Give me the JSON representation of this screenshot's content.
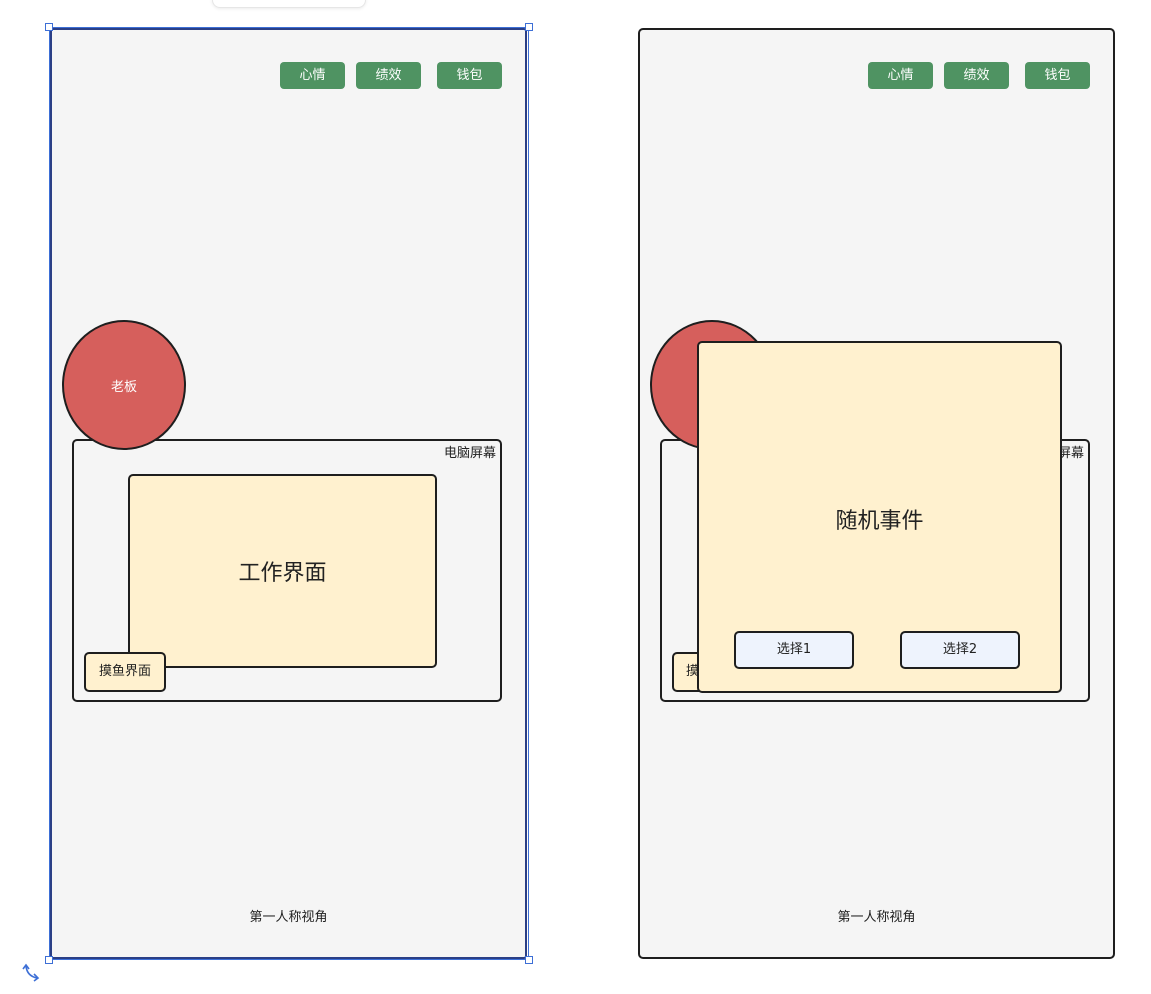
{
  "stats": {
    "mood": "心情",
    "performance": "绩效",
    "wallet": "钱包"
  },
  "boss_label": "老板",
  "screen_label": "电脑屏幕",
  "work_ui_label": "工作界面",
  "slack_ui_label": "摸鱼界面",
  "slack_ui_label_clipped": "摸",
  "screen_label_clipped": "屏幕",
  "pov_label": "第一人称视角",
  "random_event": {
    "title": "随机事件",
    "choice_1": "选择1",
    "choice_2": "选择2"
  },
  "colors": {
    "stat_button": "#4f9362",
    "boss": "#d65f5c",
    "panel_yellow": "#fff1cf",
    "choice_blue": "#eef3fd",
    "background": "#f5f5f5",
    "selection": "#3d6fd6"
  }
}
